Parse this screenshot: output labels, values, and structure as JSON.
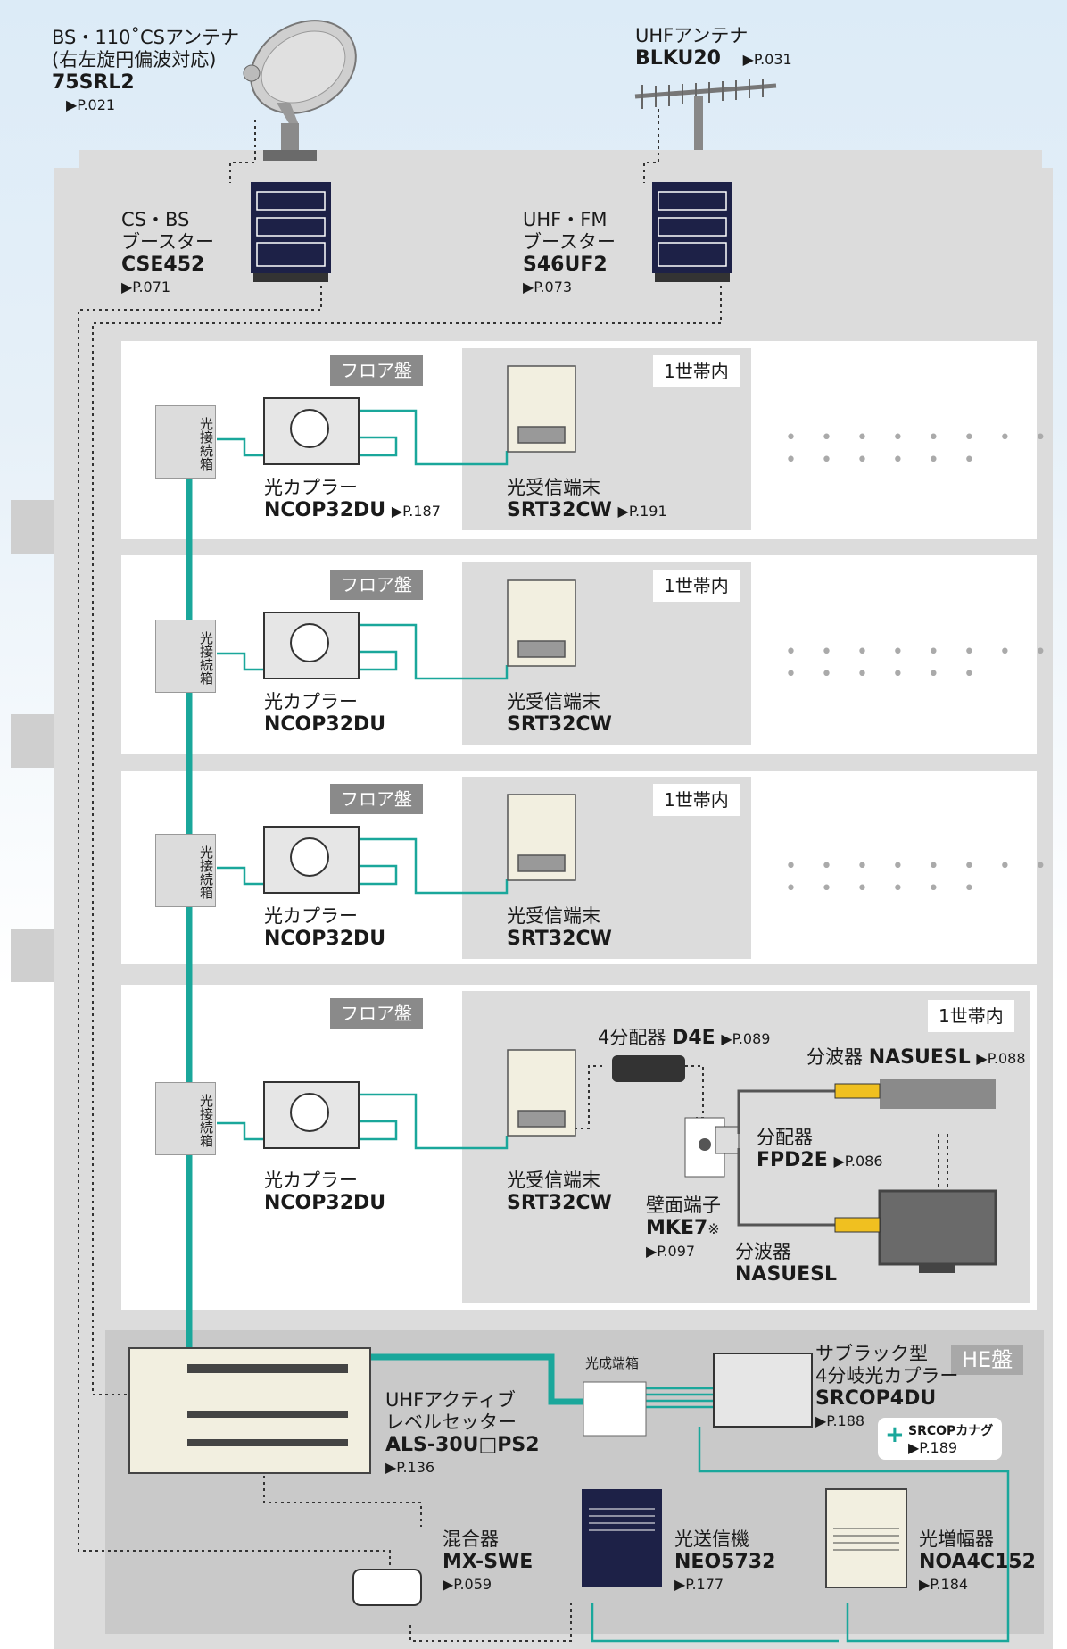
{
  "antenna_bs": {
    "line1": "BS・110˚CSアンテナ",
    "line2": "(右左旋円偏波対応)",
    "model": "75SRL2",
    "ref": "▶P.021"
  },
  "antenna_uhf": {
    "line1": "UHFアンテナ",
    "model": "BLKU20",
    "ref": "▶P.031"
  },
  "booster_cs": {
    "line1": "CS・BS",
    "line2": "ブースター",
    "model": "CSE452",
    "ref": "▶P.071"
  },
  "booster_uhf": {
    "line1": "UHF・FM",
    "line2": "ブースター",
    "model": "S46UF2",
    "ref": "▶P.073"
  },
  "floors": [
    {
      "panel": "フロア盤",
      "household": "1世帯内",
      "box": "光接続箱",
      "coupler_label": "光カプラー",
      "coupler_model": "NCOP32DU",
      "coupler_ref": "▶P.187",
      "terminal_label": "光受信端末",
      "terminal_model": "SRT32CW",
      "terminal_ref": "▶P.191",
      "dots": "• • • • • • • • • • • • • •"
    },
    {
      "panel": "フロア盤",
      "household": "1世帯内",
      "box": "光接続箱",
      "coupler_label": "光カプラー",
      "coupler_model": "NCOP32DU",
      "terminal_label": "光受信端末",
      "terminal_model": "SRT32CW",
      "dots": "• • • • • • • • • • • • • •"
    },
    {
      "panel": "フロア盤",
      "household": "1世帯内",
      "box": "光接続箱",
      "coupler_label": "光カプラー",
      "coupler_model": "NCOP32DU",
      "terminal_label": "光受信端末",
      "terminal_model": "SRT32CW",
      "dots": "• • • • • • • • • • • • • •"
    },
    {
      "panel": "フロア盤",
      "household": "1世帯内",
      "box": "光接続箱",
      "coupler_label": "光カプラー",
      "coupler_model": "NCOP32DU",
      "terminal_label": "光受信端末",
      "terminal_model": "SRT32CW"
    }
  ],
  "bottom_floor": {
    "splitter4": {
      "label": "4分配器",
      "model": "D4E",
      "ref": "▶P.089"
    },
    "wave_sep1": {
      "label": "分波器",
      "model": "NASUESL",
      "ref": "▶P.088"
    },
    "splitter2": {
      "label": "分配器",
      "model": "FPD2E",
      "ref": "▶P.086"
    },
    "wall": {
      "label": "壁面端子",
      "model": "MKE7",
      "note": "※",
      "ref": "▶P.097"
    },
    "wave_sep2": {
      "label": "分波器",
      "model": "NASUESL"
    }
  },
  "he": {
    "panel": "HE盤",
    "hikari_box": "光成端箱",
    "subrack": {
      "line1": "サブラック型",
      "line2": "4分岐光カプラー",
      "model": "SRCOP4DU",
      "ref": "▶P.188"
    },
    "srcop": {
      "model": "SRCOPカナグ",
      "ref": "▶P.189"
    },
    "als": {
      "line1": "UHFアクティブ",
      "line2": "レベルセッター",
      "model": "ALS-30U□PS2",
      "ref": "▶P.136"
    },
    "mixer": {
      "label": "混合器",
      "model": "MX-SWE",
      "ref": "▶P.059"
    },
    "transmitter": {
      "label": "光送信機",
      "model": "NEO5732",
      "ref": "▶P.177"
    },
    "amplifier": {
      "label": "光増幅器",
      "model": "NOA4C152",
      "ref": "▶P.184"
    }
  },
  "colors": {
    "fiber": "#1aa79b",
    "panel_gray": "#dcdcdc",
    "tag_gray": "#8a8a8a",
    "device_navy": "#1d2147"
  }
}
